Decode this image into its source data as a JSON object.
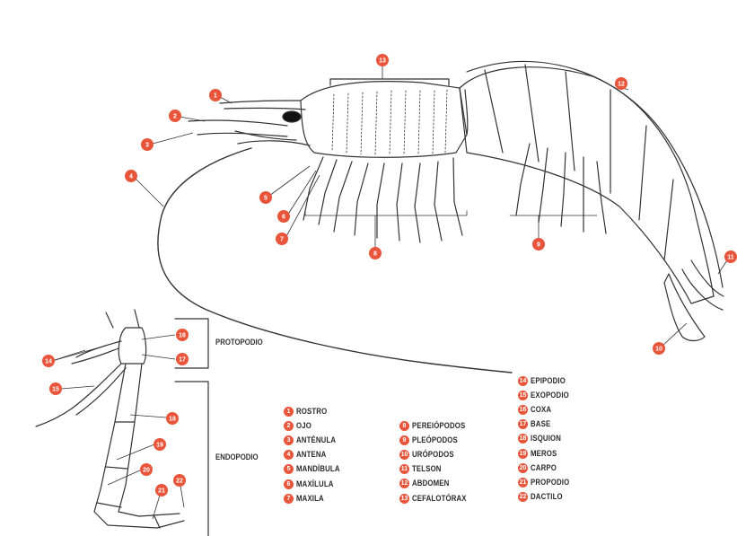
{
  "labels": {
    "protopodio": "PROTOPODIO",
    "endopodio": "ENDOPODIO"
  },
  "legend_col1": [
    {
      "num": "1",
      "text": "ROSTRO"
    },
    {
      "num": "2",
      "text": "OJO"
    },
    {
      "num": "3",
      "text": "ANTÉNULA"
    },
    {
      "num": "4",
      "text": "ANTENA"
    },
    {
      "num": "5",
      "text": "MANDÍBULA"
    },
    {
      "num": "6",
      "text": "MAXÍLULA"
    },
    {
      "num": "7",
      "text": "MAXILA"
    }
  ],
  "legend_col2": [
    {
      "num": "8",
      "text": "PEREIÓPODOS"
    },
    {
      "num": "9",
      "text": "PLEÓPODOS"
    },
    {
      "num": "10",
      "text": "URÓPODOS"
    },
    {
      "num": "11",
      "text": "TELSON"
    },
    {
      "num": "12",
      "text": "ABDOMEN"
    },
    {
      "num": "13",
      "text": "CEFALOTÓRAX"
    }
  ],
  "legend_col3": [
    {
      "num": "14",
      "text": "EPIPODIO"
    },
    {
      "num": "15",
      "text": "EXOPODIO"
    },
    {
      "num": "16",
      "text": "COXA"
    },
    {
      "num": "17",
      "text": "BASE"
    },
    {
      "num": "18",
      "text": "ISQUION"
    },
    {
      "num": "19",
      "text": "MEROS"
    },
    {
      "num": "20",
      "text": "CARPO"
    },
    {
      "num": "21",
      "text": "PROPODIO"
    },
    {
      "num": "22",
      "text": "DACTILO"
    }
  ],
  "colors": {
    "callout": "#e8553a",
    "line": "#333333"
  }
}
